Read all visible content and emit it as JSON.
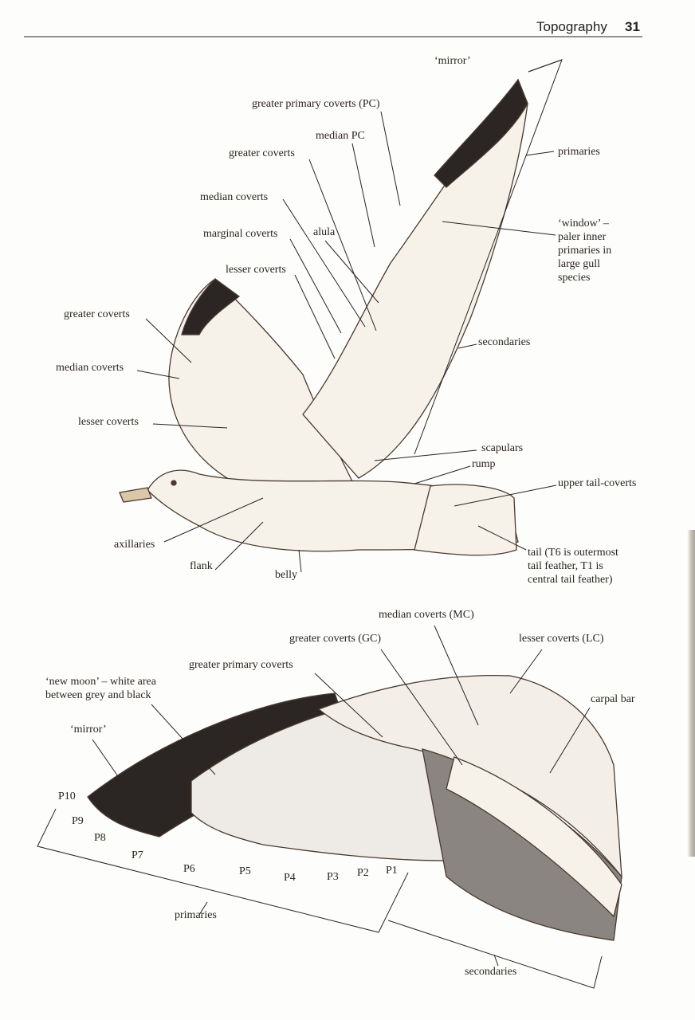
{
  "header": {
    "section": "Topography",
    "page_number": "31"
  },
  "upper_figure": {
    "mirror": "‘mirror’",
    "greater_primary_coverts": "greater primary coverts (PC)",
    "median_pc": "median PC",
    "greater_coverts_right": "greater coverts",
    "primaries": "primaries",
    "median_coverts_right": "median coverts",
    "window_lines": [
      "‘window’ –",
      "paler inner",
      "primaries in",
      "large gull",
      "species"
    ],
    "marginal_coverts": "marginal coverts",
    "alula": "alula",
    "lesser_coverts_right": "lesser coverts",
    "greater_coverts_left": "greater coverts",
    "secondaries": "secondaries",
    "median_coverts_left": "median coverts",
    "lesser_coverts_left": "lesser coverts",
    "scapulars": "scapulars",
    "rump": "rump",
    "upper_tail_coverts": "upper tail-coverts",
    "axillaries": "axillaries",
    "tail_lines": [
      "tail (T6 is outermost",
      "tail feather, T1 is",
      "central tail feather)"
    ],
    "flank": "flank",
    "belly": "belly"
  },
  "lower_figure": {
    "median_coverts": "median coverts (MC)",
    "greater_coverts": "greater coverts (GC)",
    "lesser_coverts": "lesser coverts (LC)",
    "greater_primary_coverts": "greater primary coverts",
    "new_moon_lines": [
      "‘new moon’ – white area",
      "between grey and black"
    ],
    "carpal_bar": "carpal bar",
    "mirror": "‘mirror’",
    "primary_labels": [
      "P10",
      "P9",
      "P8",
      "P7",
      "P6",
      "P5",
      "P4",
      "P3",
      "P2",
      "P1"
    ],
    "primaries": "primaries",
    "secondaries": "secondaries"
  },
  "colors": {
    "ink": "#2a2320",
    "black_tip": "#2b2624",
    "grey": "#77716c",
    "feather": "#f6f2ea"
  }
}
